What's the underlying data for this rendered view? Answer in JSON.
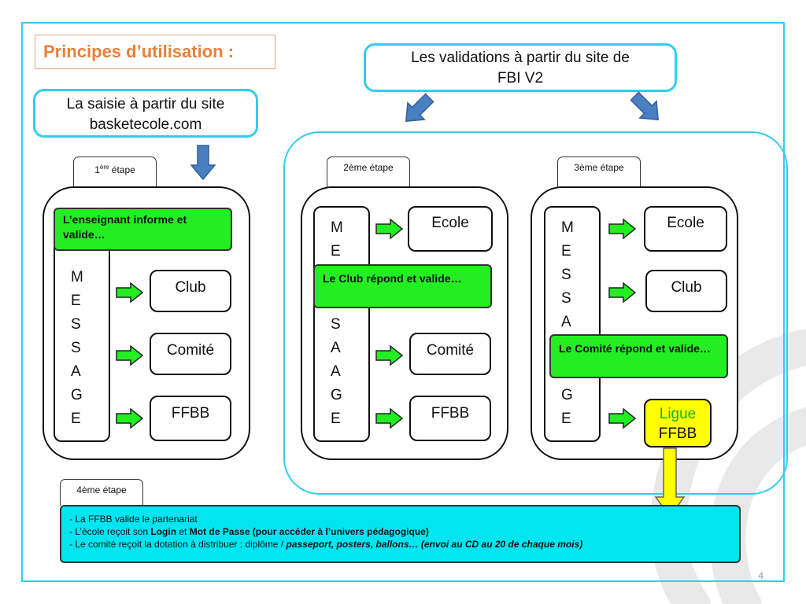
{
  "title": "Principes d’utilisation :",
  "callouts": {
    "saisie_line1": "La saisie à partir du site",
    "saisie_line2": "basketecole.com",
    "validation_line1": "Les validations à partir du site de",
    "validation_line2": "FBI V2"
  },
  "steps": {
    "step1_num": "1",
    "step1_sup": "ère",
    "step1_suffix": " étape",
    "step2": "2ème étape",
    "step3": "3ème étape",
    "step4": "4ème étape"
  },
  "message_letters": [
    "M",
    "E",
    "S",
    "S",
    "A",
    "G",
    "E"
  ],
  "panel1": {
    "highlight": "L’enseignant informe et valide…",
    "boxes": [
      "Club",
      "Comité",
      "FFBB"
    ]
  },
  "panel2": {
    "highlight": "Le Club  répond et valide…",
    "boxes": [
      "Ecole",
      "Comité",
      "FFBB"
    ]
  },
  "panel3": {
    "highlight": "Le  Comité   répond et valide…",
    "boxes": [
      "Ecole",
      "Club"
    ],
    "ligue_line1": "Ligue",
    "ligue_line2": "FFBB"
  },
  "step4_box": {
    "line1": "- La FFBB valide le partenariat",
    "line2_a": "- L’école reçoit son ",
    "line2_login": "Login",
    "line2_b": " et ",
    "line2_mdp": "Mot de Passe",
    "line2_c": " (pour accéder à l’univers pédagogique)",
    "line3_a": "- Le comité reçoit la dotation à distribuer : diplôme / ",
    "line3_b": "passeport, posters, ballons… (envoi au CD au 20 de chaque mois)"
  },
  "page_number": "4",
  "colors": {
    "frame": "#33ccee",
    "title": "#e8813a",
    "green_box": "#22ee22",
    "arrow_green": "#22ee22",
    "arrow_blue": "#4a7fc1",
    "arrow_yellow": "#ffff00",
    "step4_bg": "#00e5f0"
  }
}
